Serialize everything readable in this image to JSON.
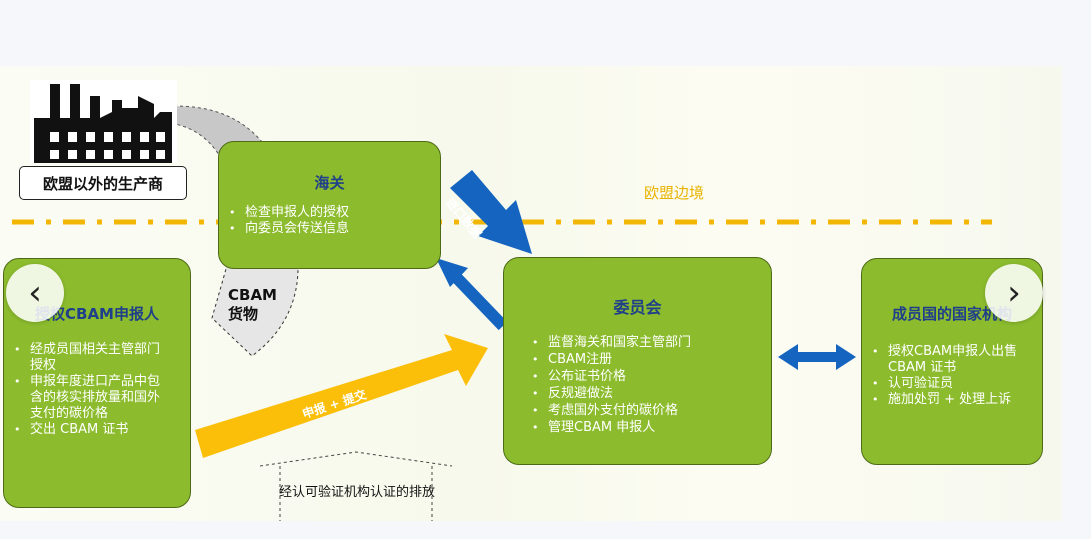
{
  "producer": {
    "label": "欧盟以外的生产商"
  },
  "eu_border": {
    "label": "欧盟边境"
  },
  "customs": {
    "title": "海关",
    "items": [
      "检查申报人的授权",
      "向委员会传送信息"
    ]
  },
  "declarant": {
    "title": "授权CBAM申报人",
    "items": [
      "经成员国相关主管部门授权",
      "申报年度进口产品中包含的核实排放量和国外支付的碳价格",
      "交出 CBAM 证书"
    ]
  },
  "commission": {
    "title": "委员会",
    "items": [
      "监督海关和国家主管部门",
      "CBAM注册",
      "公布证书价格",
      "反规避做法",
      "考虑国外支付的碳价格",
      "管理CBAM 申报人"
    ]
  },
  "national_authority": {
    "title": "成员国的国家机构",
    "items": [
      "授权CBAM申报人出售 CBAM 证书",
      "认可验证员",
      "施加处罚 + 处理上诉"
    ]
  },
  "cbam_goods": {
    "line1": "CBAM",
    "line2": "货物"
  },
  "import_data_arrow": {
    "label": "进口数据"
  },
  "declare_submit_arrow": {
    "label": "申报 + 提交"
  },
  "verification": {
    "label": "经认可验证机构认证的排放"
  },
  "navigation": {
    "prev_icon": "‹",
    "next_icon": "›"
  },
  "colors": {
    "box_fill": "#8cbc2e",
    "title_blue": "#1f3f8a",
    "arrow_blue": "#1565c0",
    "arrow_yellow": "#fbbf0a",
    "border_line": "#f2b705"
  }
}
